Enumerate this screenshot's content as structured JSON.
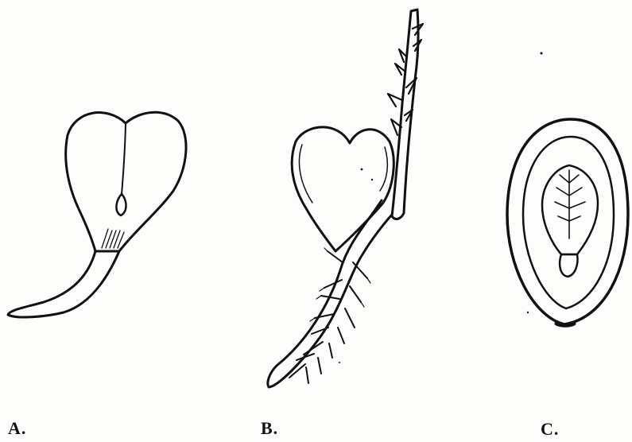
{
  "figures": [
    {
      "id": "A",
      "label": "A."
    },
    {
      "id": "B",
      "label": "B."
    },
    {
      "id": "C",
      "label": "C."
    }
  ],
  "colors": {
    "ink": "#111111",
    "paper": "#fdfdfb"
  }
}
